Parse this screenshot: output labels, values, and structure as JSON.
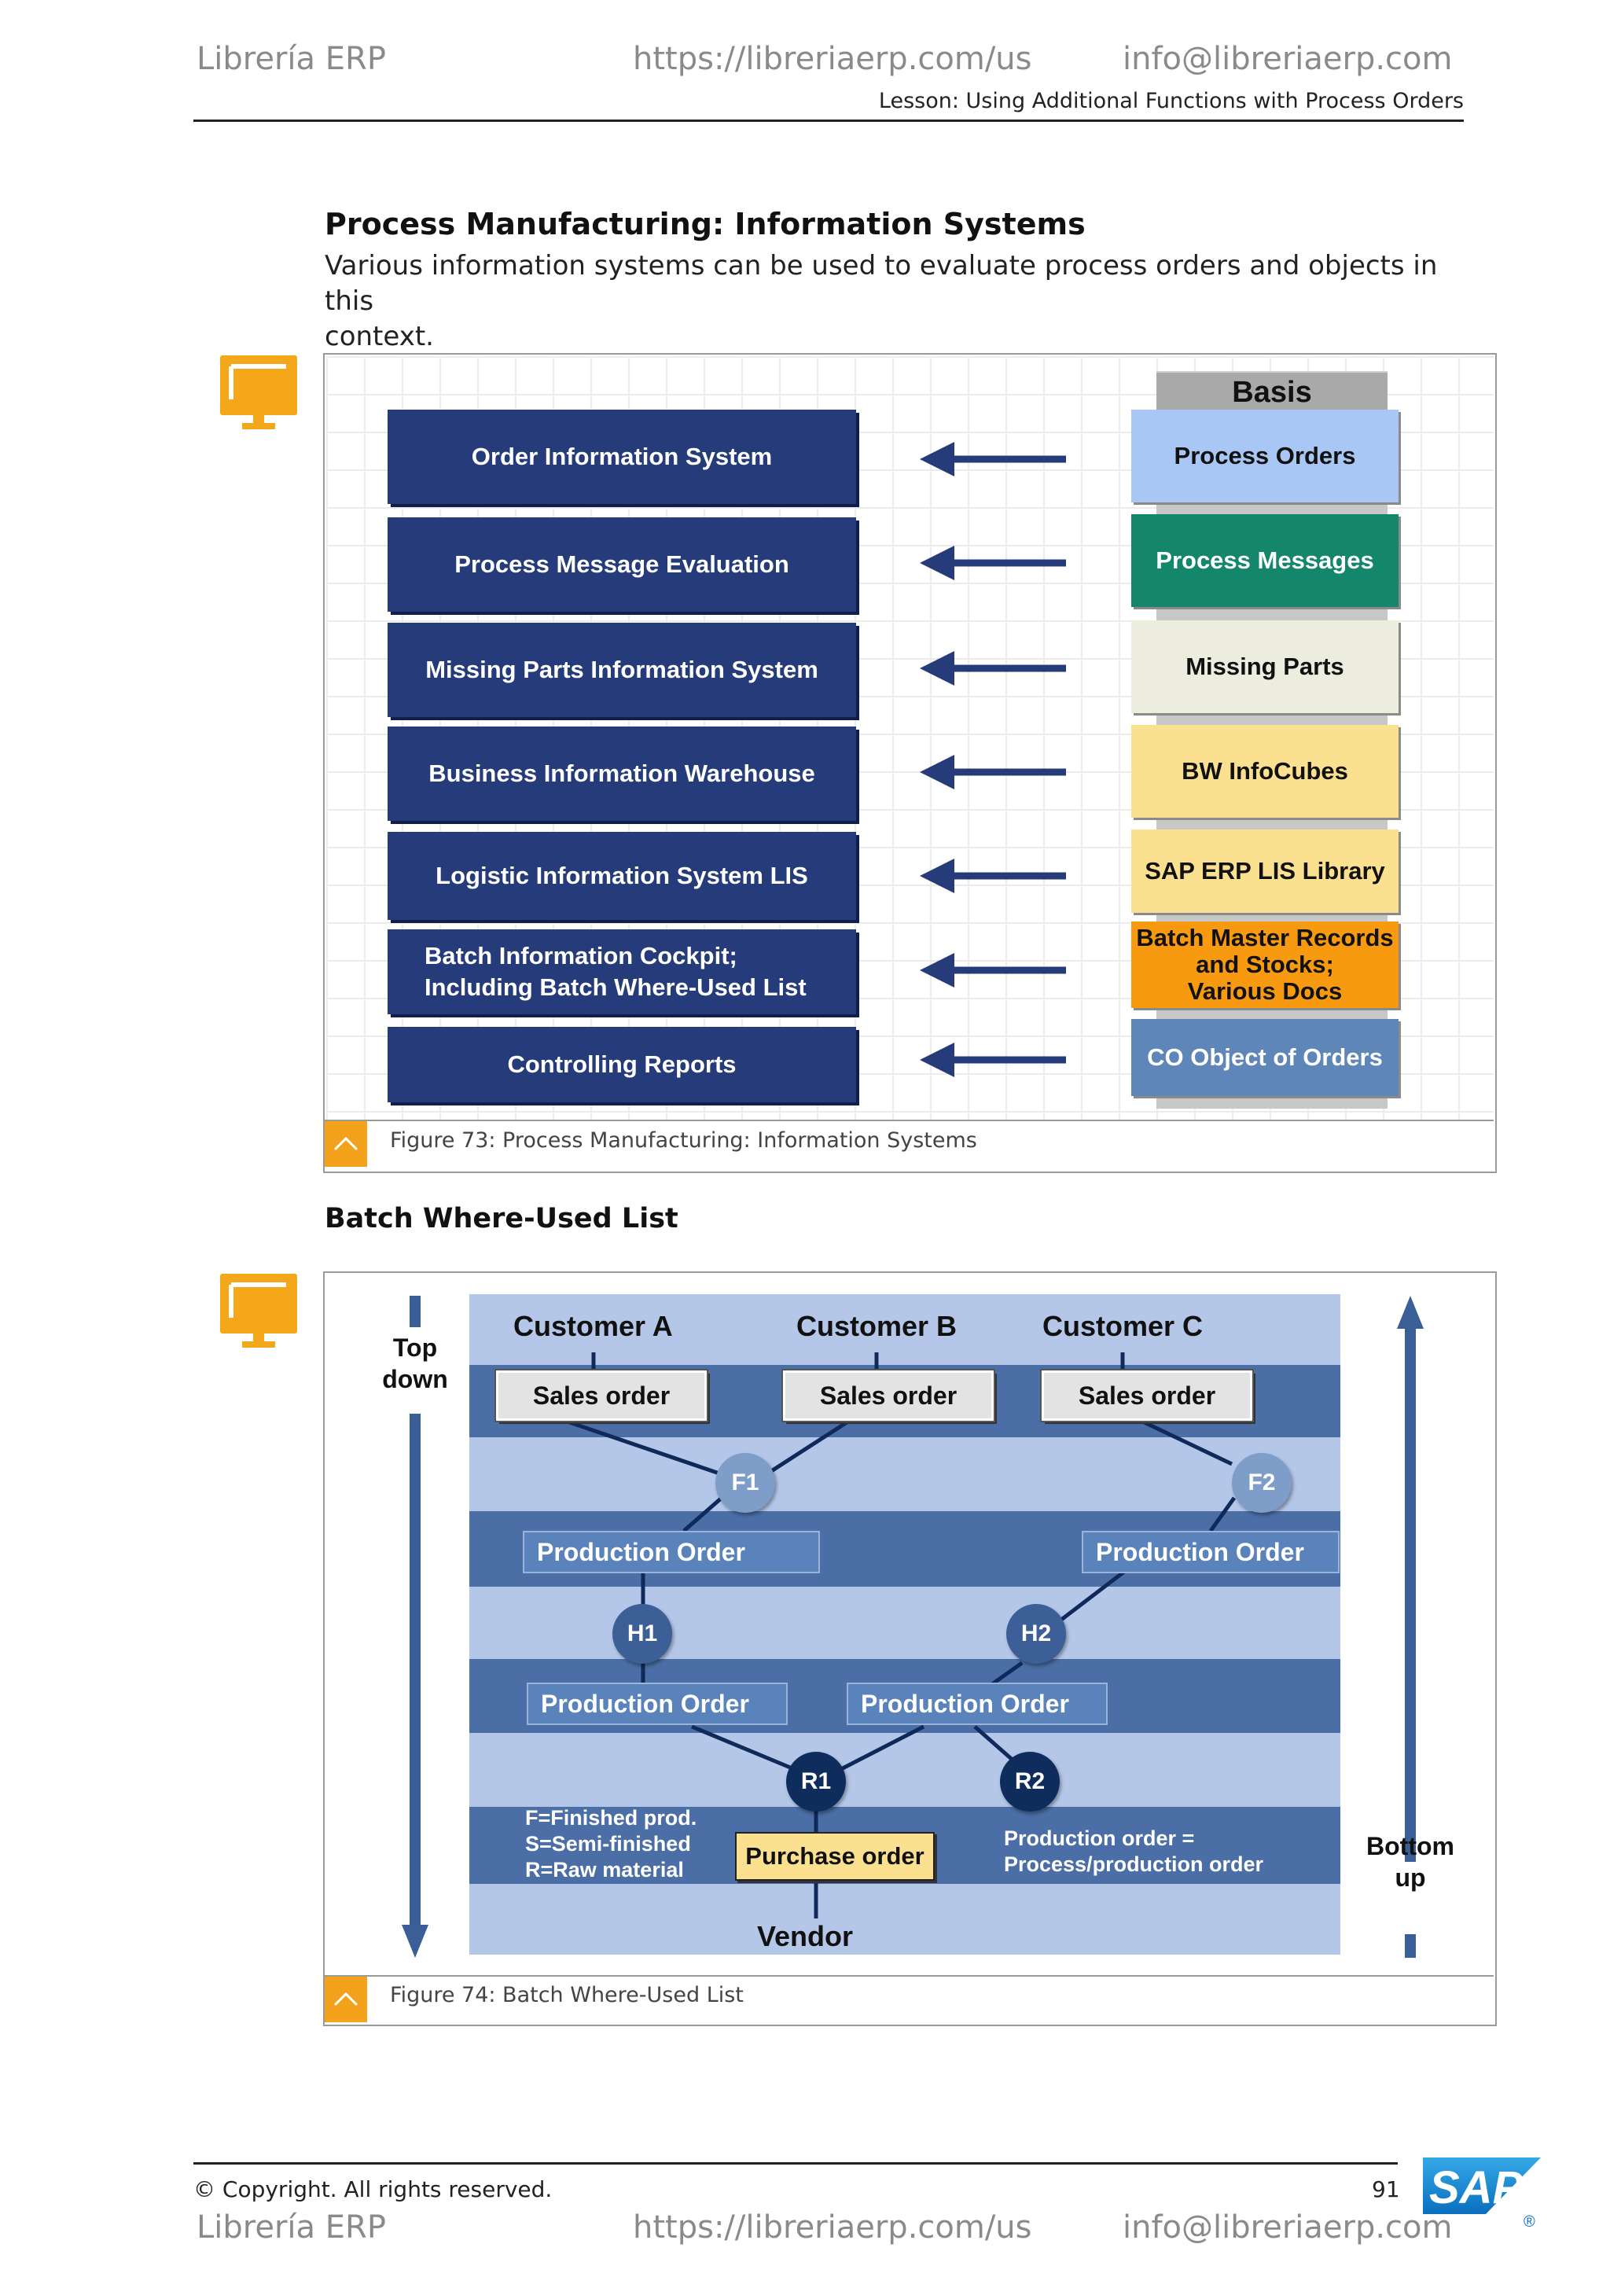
{
  "header": {
    "brand": "Librería ERP",
    "url": "https://libreriaerp.com/us",
    "email": "info@libreriaerp.com",
    "lesson": "Lesson: Using Additional Functions with Process Orders"
  },
  "section1": {
    "title": "Process Manufacturing: Information Systems",
    "intro_line1": "Various information systems can be used to evaluate process orders and objects in this",
    "intro_line2": "context."
  },
  "figure73": {
    "basis_label": "Basis",
    "systems": [
      "Order Information System",
      "Process Message Evaluation",
      "Missing Parts Information System",
      "Business Information Warehouse",
      "Logistic Information System LIS",
      "Batch Information Cockpit;",
      "Including Batch Where-Used List",
      "Controlling Reports"
    ],
    "sources": [
      "Process Orders",
      "Process Messages",
      "Missing Parts",
      "BW InfoCubes",
      "SAP ERP LIS Library",
      "Batch Master Records",
      "and Stocks;",
      "Various Docs",
      "CO Object of Orders"
    ],
    "colors": {
      "system_box": "#263c7a",
      "process_orders": "#a9c7f5",
      "process_messages": "#14866b",
      "missing_parts": "#ededdf",
      "bw_infocubes": "#fbe08f",
      "lis_library": "#fbe08f",
      "batch_master": "#f79a10",
      "co_object": "#5f86b9",
      "arrow": "#263c7a"
    },
    "caption": "Figure 73: Process Manufacturing: Information Systems"
  },
  "section2": {
    "title": "Batch Where-Used List"
  },
  "figure74": {
    "top_down": [
      "Top",
      "down"
    ],
    "bottom_up": [
      "Bottom",
      "up"
    ],
    "customers": [
      "Customer A",
      "Customer B",
      "Customer C"
    ],
    "sales_order": "Sales order",
    "production_order": "Production Order",
    "nodes": [
      "F1",
      "F2",
      "H1",
      "H2",
      "R1",
      "R2"
    ],
    "legend": [
      "F=Finished prod.",
      "S=Semi-finished",
      "R=Raw material"
    ],
    "purchase_order": "Purchase order",
    "note": [
      "Production order =",
      "Process/production order"
    ],
    "vendor": "Vendor",
    "caption": "Figure 74: Batch Where-Used List"
  },
  "footer": {
    "copyright": "© Copyright. All rights reserved.",
    "page_number": "91",
    "brand": "Librería ERP",
    "url": "https://libreriaerp.com/us",
    "email": "info@libreriaerp.com",
    "logo_text": "SAP"
  }
}
